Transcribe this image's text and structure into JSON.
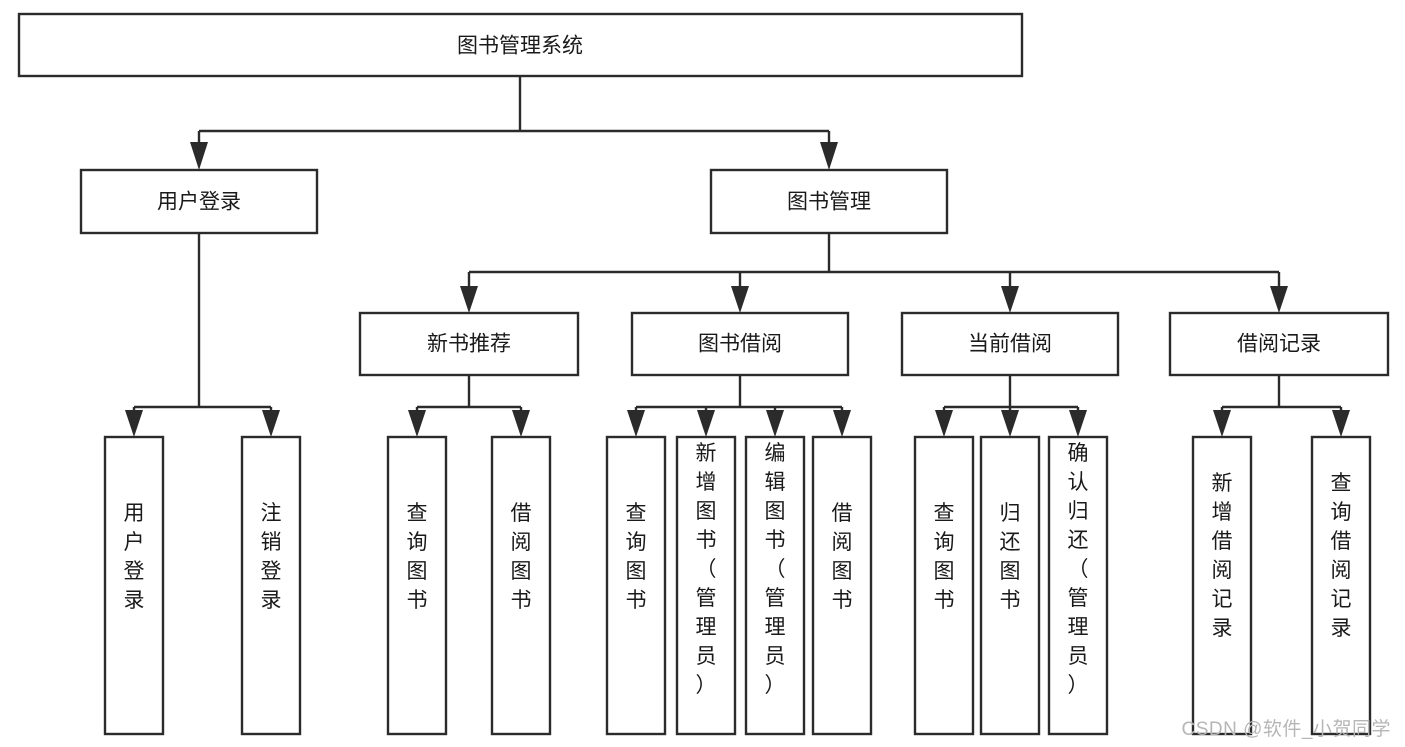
{
  "diagram": {
    "type": "tree-hierarchy-chart",
    "title": "图书管理系统",
    "colors": {
      "box_stroke": "#2b2b2b",
      "box_fill": "#ffffff",
      "text": "#1a1a1a",
      "background": "#ffffff",
      "watermark": "#b6b6b6"
    },
    "root": {
      "label": "图书管理系统"
    },
    "level2": [
      {
        "label": "用户登录"
      },
      {
        "label": "图书管理"
      }
    ],
    "level3": [
      {
        "label": "新书推荐"
      },
      {
        "label": "图书借阅"
      },
      {
        "label": "当前借阅"
      },
      {
        "label": "借阅记录"
      }
    ],
    "leaves": {
      "user_login": [
        {
          "label": "用户登录"
        },
        {
          "label": "注销登录"
        }
      ],
      "new_book_recommend": [
        {
          "label": "查询图书"
        },
        {
          "label": "借阅图书"
        }
      ],
      "book_borrow": [
        {
          "label": "查询图书"
        },
        {
          "label": "新增图书（管理员）"
        },
        {
          "label": "编辑图书（管理员）"
        },
        {
          "label": "借阅图书"
        }
      ],
      "current_borrow": [
        {
          "label": "查询图书"
        },
        {
          "label": "归还图书"
        },
        {
          "label": "确认归还（管理员）"
        }
      ],
      "borrow_record": [
        {
          "label": "新增借阅记录"
        },
        {
          "label": "查询借阅记录"
        }
      ]
    },
    "watermark": "CSDN @软件_小贺同学"
  }
}
